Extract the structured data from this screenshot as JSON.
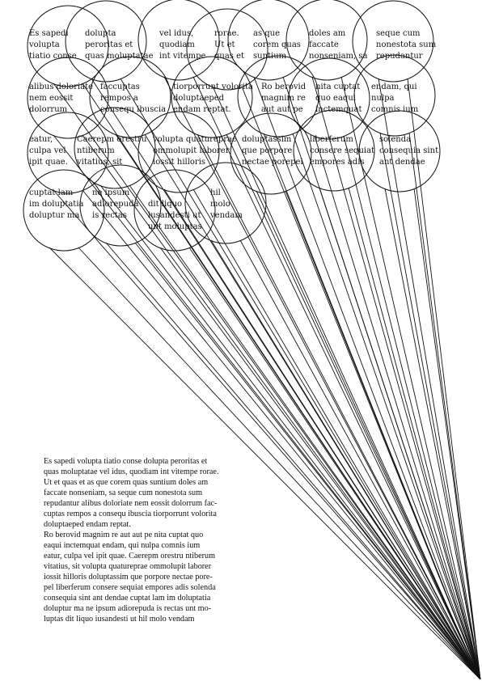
{
  "colors": {
    "ink": "#111111",
    "paper": "#ffffff"
  },
  "bubbles": [
    {
      "lines": [
        "Es sapedi",
        "volupta",
        "tiatio conse"
      ]
    },
    {
      "lines": [
        "dolupta",
        "peroritas et",
        "quas moluptatae"
      ]
    },
    {
      "lines": [
        "vel idus,",
        "quodiam",
        "int vitempe"
      ]
    },
    {
      "lines": [
        "rorae.",
        "Ut et",
        "quas et"
      ]
    },
    {
      "lines": [
        "as que",
        "corem quas",
        "suntium"
      ]
    },
    {
      "lines": [
        "doles am",
        "faccate",
        "nonseniam, sa"
      ]
    },
    {
      "lines": [
        "seque cum",
        "nonestota sum",
        "repudantur"
      ]
    },
    {
      "lines": [
        "alibus doloriate",
        "nem eossit",
        "dolorrum"
      ]
    },
    {
      "lines": [
        "faccuptas",
        "rempos a",
        "consequ ibuscia"
      ]
    },
    {
      "lines": [
        "tiorporrunt volorita",
        "doluptaeped",
        "endam reptat."
      ]
    },
    {
      "lines": [
        "Ro berovid",
        "magnim re",
        "aut aut pe"
      ]
    },
    {
      "lines": [
        "nita cuptat",
        "quo eaqui",
        "inctemquat"
      ]
    },
    {
      "lines": [
        "endam, qui",
        "nulpa",
        "comnis ium"
      ]
    },
    {
      "lines": [
        "eatur,",
        "culpa vel",
        "ipit quae."
      ]
    },
    {
      "lines": [
        "Caerepm orestru",
        "ntiberum",
        "vitatius, sit"
      ]
    },
    {
      "lines": [
        "volupta quatureprae",
        "ommolupit laborer",
        "iossit hilloris"
      ]
    },
    {
      "lines": [
        "doluptassim",
        "que porpore",
        "nectae porepel"
      ]
    },
    {
      "lines": [
        "liberferum",
        "consere sequiat",
        "empores adis"
      ]
    },
    {
      "lines": [
        "solenda",
        "consequia sint",
        "ant dendae"
      ]
    },
    {
      "lines": [
        "cuptat lam",
        "im doluptatia",
        "doluptur ma"
      ]
    },
    {
      "lines": [
        "ne ipsum",
        "adiorepuda",
        "is rectas"
      ]
    },
    {
      "lines": [
        "dit liquo",
        "iusandesti ut",
        "unt moluptas"
      ]
    },
    {
      "lines": [
        "hil",
        "molo",
        "vendam"
      ]
    }
  ],
  "body_lines": [
    "Es sapedi volupta tiatio conse dolupta peroritas et",
    "quas moluptatae vel idus, quodiam int vitempe rorae.",
    "Ut et quas et as que corem quas suntium doles am",
    "faccate nonseniam, sa seque cum nonestota sum",
    "repudantur alibus doloriate nem eossit dolorrum fac-",
    "cuptas rempos a consequ ibuscia tiorporrunt volorita",
    "doluptaeped endam reptat.",
    "Ro berovid magnim re aut aut pe nita cuptat quo",
    "eaqui inctemquat endam, qui nulpa comnis ium",
    "eatur, culpa vel ipit quae. Caerepm orestru ntiberum",
    "vitatius, sit volupta quatureprae ommolupit laborer",
    "iossit hilloris doluptassim que porpore nectae pore-",
    "pel liberferum consere sequiat empores adis solenda",
    "consequia sint ant dendae cuptat lam im doluptatia",
    "doluptur ma ne ipsum adiorepuda is rectas unt mo-",
    "luptas dit liquo iusandesti ut hil molo vendam"
  ]
}
